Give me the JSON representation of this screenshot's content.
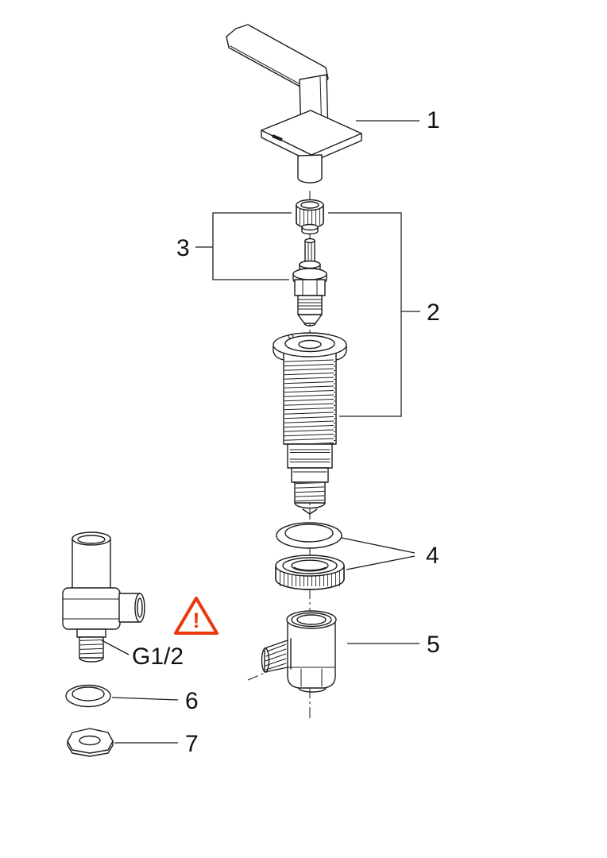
{
  "diagram": {
    "background": "#ffffff",
    "line_color": "#1c1c1c",
    "warning_color": "#e8380c",
    "callouts": {
      "part1": "1",
      "part2": "2",
      "part3": "3",
      "part4": "4",
      "part5": "5",
      "part6": "6",
      "part7": "7"
    },
    "annotations": {
      "thread_spec": "G1/2",
      "warning_symbol": "!"
    }
  }
}
